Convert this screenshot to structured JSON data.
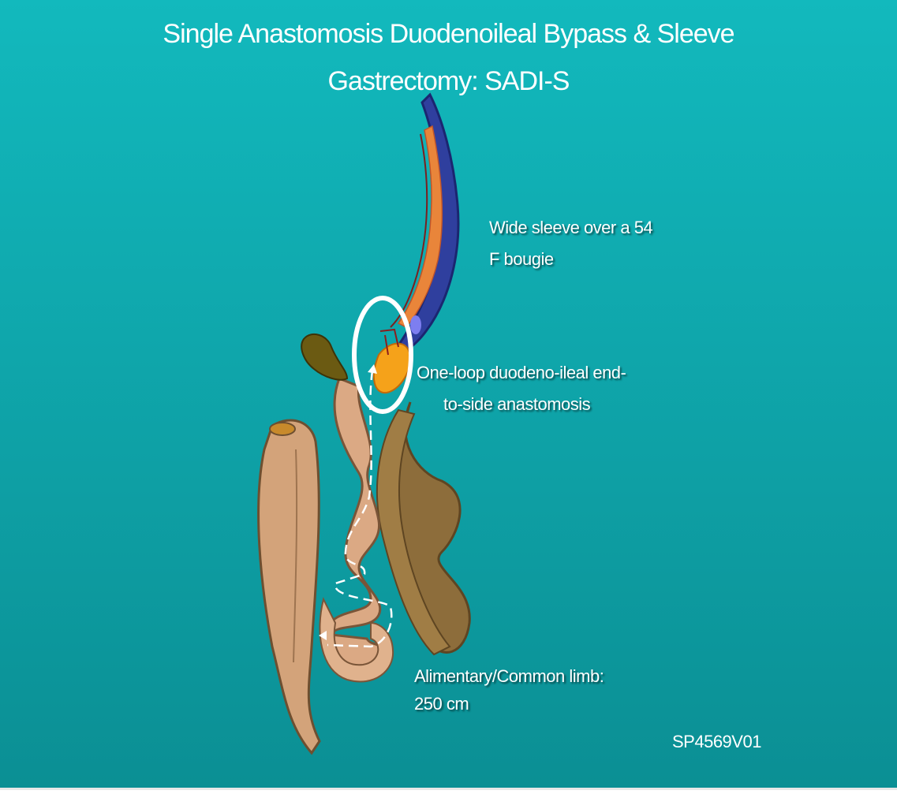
{
  "title_lines": [
    "Single Anastomosis Duodenoileal Bypass & Sleeve",
    "Gastrectomy: SADI-S"
  ],
  "labels": {
    "sleeve_line1": "Wide sleeve over a 54",
    "sleeve_line2": "F bougie",
    "anastomosis_line1": "One-loop duodeno-ileal end-",
    "anastomosis_line2": "to-side anastomosis",
    "limb_line1": "Alimentary/Common limb:",
    "limb_line2": "250 cm"
  },
  "slide_code": "SP4569V01",
  "colors": {
    "background": "#0fa6ab",
    "stomach_sleeve": "#2d3ea0",
    "duodenum": "#f5a21a",
    "bowel": "#d9a57a",
    "bowel_dark": "#8a6a3a",
    "gallbladder": "#6b5a12",
    "highlight_circle": "#ffffff"
  }
}
